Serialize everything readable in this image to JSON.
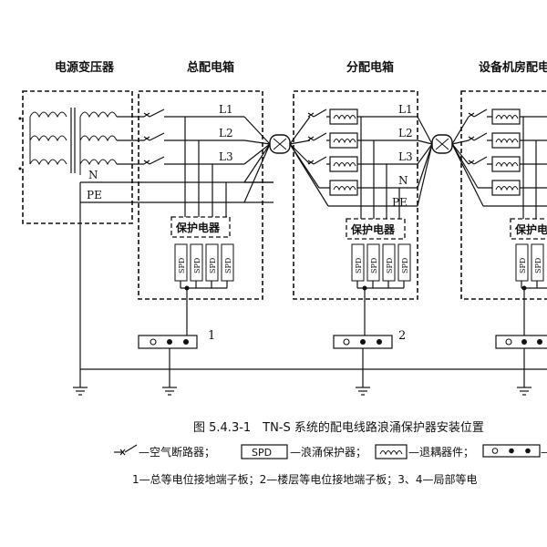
{
  "headers": {
    "transformer": "电源变压器",
    "main_box": "总配电箱",
    "sub_box": "分配电箱",
    "equip_box": "设备机房配电"
  },
  "lines": {
    "l1": "L1",
    "l2": "L2",
    "l3": "L3",
    "n": "N",
    "pe": "PE"
  },
  "protector_label": "保护电器",
  "spd_label": "SPD",
  "terminal_numbers": {
    "t1": "1",
    "t2": "2"
  },
  "caption": {
    "figure": "图 5.4.3-1　TN-S 系统的配电线路浪涌保护器安装位置",
    "legend_breaker": "—空气断路器；",
    "legend_spd_box": "SPD",
    "legend_spd": "—浪涌保护器；",
    "legend_decouple": "—退耦器件；",
    "legend_terminal_dash": "—",
    "notes": "1—总等电位接地端子板；2—楼层等电位接地端子板；3、4—局部等电"
  }
}
